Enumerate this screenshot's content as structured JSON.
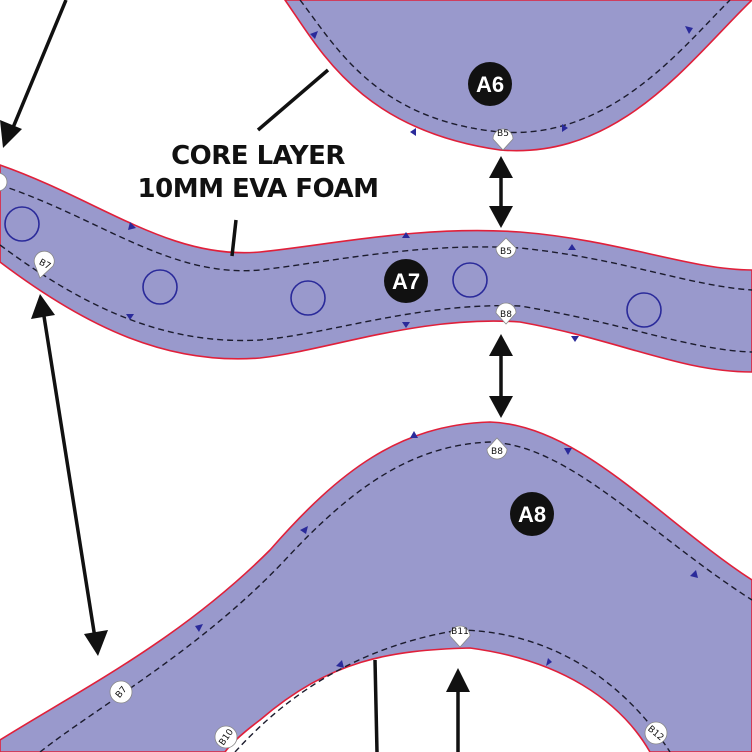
{
  "pieces": [
    {
      "id": "A6",
      "label": "A6"
    },
    {
      "id": "A7",
      "label": "A7"
    },
    {
      "id": "A8",
      "label": "A8"
    }
  ],
  "annotation": {
    "line1": "CORE LAYER",
    "line2": "10MM EVA FOAM"
  },
  "markers": {
    "b5_top": "B5",
    "b5_mid": "B5",
    "b8_mid": "B8",
    "b8_bottom": "B8",
    "b7_left": "B7",
    "b7_bottom": "B7",
    "b10": "B10",
    "b11": "B11",
    "b12": "B12"
  },
  "colors": {
    "fill": "#9999cc",
    "outline": "#e0203a",
    "hole": "#2a2a9a"
  }
}
